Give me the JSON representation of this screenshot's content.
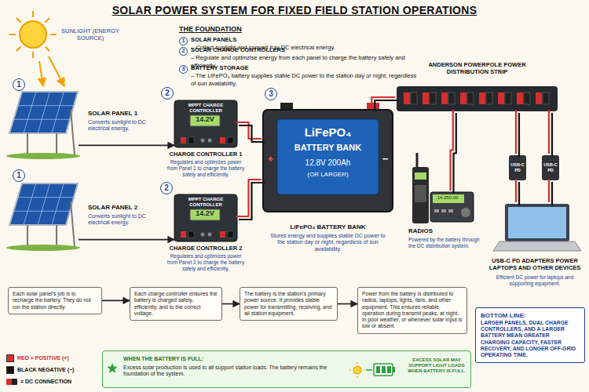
{
  "diagram": {
    "title": "SOLAR POWER SYSTEM FOR FIXED FIELD STATION OPERATIONS",
    "nodes": [
      {
        "text": [
          "SOLAR PANEL 1",
          "Converts sunlight to DC electrical energy."
        ]
      },
      {
        "text": [
          "MPPT CHARGE CONTROLLER",
          "14.2V",
          "CHARGE CONTROLLER 1",
          "Regulates and optimizes power from Panel 1 to charge the battery safely and efficiently."
        ]
      },
      {
        "text": [
          "SOLAR PANEL 2",
          "Converts sunlight to DC electrical energy."
        ]
      },
      {
        "text": [
          "MPPT CHARGE CONTROLLER",
          "14.2V",
          "CHARGE CONTROLLER 2",
          "Regulates and optimizes power from Panel 2 to charge the battery safely and efficiently."
        ]
      },
      {
        "text": [
          "LiFePO₄",
          "BATTERY BANK",
          "12.8V 200Ah",
          "(OR LARGER)",
          "+",
          "−",
          "LiFePO₄ BATTERY BANK",
          "Stores energy and supplies stable DC power to the station day or night, regardless of sun availability."
        ]
      },
      {
        "text": [
          "ANDERSON POWERPOLE POWER DISTRIBUTION STRIP"
        ]
      },
      {
        "text": [
          "14.250.00",
          "RADIOS",
          "Powered by the battery through the DC distribution system."
        ]
      },
      {
        "text": [
          "USB-C PD"
        ]
      },
      {
        "text": [
          "USB-C PD"
        ]
      },
      {
        "text": [
          "USB-C PD ADAPTERS POWER LAPTOPS AND OTHER DEVICES",
          "Efficient DC power for laptops and supporting equipment."
        ]
      },
      {
        "text": [
          "Each solar panel's job is to recharge the battery. They do not run the station directly."
        ]
      },
      {
        "text": [
          "Each charge controller ensures the battery is charged safely, efficiently, and to the correct voltage."
        ]
      },
      {
        "text": [
          "The battery is the station's primary power source. It provides stable power for transmitting, receiving, and all station equipment."
        ]
      },
      {
        "text": [
          "Power from the battery is distributed to radios, laptops, lights, fans, and other equipment. This ensures reliable operation during transmit peaks, at night, in poor weather, or whenever solar input is low or absent."
        ]
      },
      {
        "text": [
          "BOTTOM LINE:",
          "LARGER PANELS, DUAL CHARGE CONTROLLERS, AND A LARGER BATTERY MEAN GREATER CHARGING CAPACITY, FASTER RECOVERY, AND LONGER OFF-GRID OPERATING TIME."
        ]
      },
      {
        "text": [
          "WHEN THE BATTERY IS FULL:",
          "Excess solar production is used to all support station loads. The battery remains the foundation of the system.",
          "EXCESS SOLAR MAY SUPPORT LIGHT LOADS WHEN BATTERY IS FULL."
        ]
      }
    ],
    "edges": [
      {
        "from": 0,
        "to": 1,
        "arrow": "to"
      },
      {
        "from": 1,
        "to": 4,
        "arrow": "none"
      },
      {
        "from": 2,
        "to": 3,
        "arrow": "to"
      },
      {
        "from": 3,
        "to": 4,
        "arrow": "none"
      },
      {
        "from": 4,
        "to": 5,
        "arrow": "none"
      },
      {
        "from": 5,
        "to": 6,
        "arrow": "none"
      },
      {
        "from": 5,
        "to": 7,
        "arrow": "none"
      },
      {
        "from": 5,
        "to": 8,
        "arrow": "none"
      },
      {
        "from": 7,
        "to": 9,
        "arrow": "none"
      },
      {
        "from": 8,
        "to": 9,
        "arrow": "none"
      },
      {
        "from": 10,
        "to": 11,
        "arrow": "to"
      },
      {
        "from": 11,
        "to": 12,
        "arrow": "to"
      },
      {
        "from": 12,
        "to": 13,
        "arrow": "to"
      }
    ],
    "labels": [
      "SUNLIGHT (ENERGY SOURCE)",
      "THE FOUNDATION",
      "1",
      "SOLAR PANELS",
      "– Collect sunlight and convert it to DC electrical energy.",
      "2",
      "SOLAR CHARGE CONTROLLERS",
      "– Regulate and optimzise energy from each panel to charge the battery safely and efficiently.",
      "3",
      "BATTERY STORAGE",
      "– The LiFePO₄ battery supplies stable DC power to the station day or night, regardless of sun availability.",
      "1",
      "1",
      "2",
      "2",
      "3"
    ],
    "legend": [
      {
        "text": "RED = POSITIVE (+)",
        "color": "#d32f2f"
      },
      {
        "text": "BLACK NEGATIVE (−)",
        "color": "#111111"
      },
      {
        "text": "= DC CONNECTION"
      }
    ]
  }
}
